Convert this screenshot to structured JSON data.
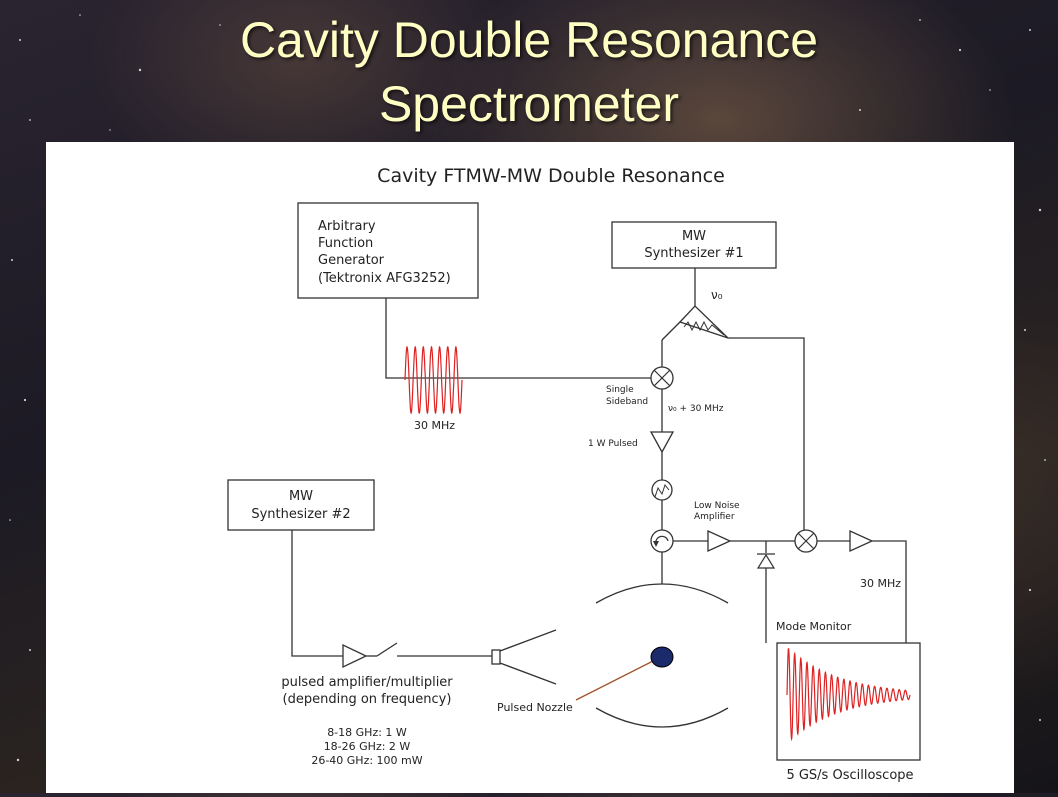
{
  "slide": {
    "title_line1": "Cavity Double Resonance",
    "title_line2": "Spectrometer"
  },
  "diagram": {
    "title": "Cavity FTMW-MW Double Resonance",
    "afg": [
      "Arbitrary",
      "Function",
      "Generator",
      "(Tektronix AFG3252)"
    ],
    "synth1": [
      "MW",
      "Synthesizer #1"
    ],
    "synth2": [
      "MW",
      "Synthesizer #2"
    ],
    "nu0": "ν₀",
    "freq_30mhz_afg": "30 MHz",
    "single_sideband": [
      "Single",
      "Sideband"
    ],
    "nu0_plus": "ν₀ + 30 MHz",
    "pulsed_1w": "1 W Pulsed",
    "lna": [
      "Low Noise",
      "Amplifier"
    ],
    "freq_30mhz_out": "30 MHz",
    "mode_monitor": "Mode Monitor",
    "pulsed_amp": [
      "pulsed amplifier/multiplier",
      "(depending on frequency)"
    ],
    "power_specs": [
      "8-18 GHz: 1 W",
      "18-26 GHz: 2 W",
      "26-40 GHz: 100 mW"
    ],
    "pulsed_nozzle": "Pulsed Nozzle",
    "oscilloscope": "5 GS/s Oscilloscope",
    "colors": {
      "signal": "#dd2222",
      "line": "#333333",
      "nozzle": "#1a2a6a",
      "nozzle_rod": "#a0522d"
    }
  }
}
